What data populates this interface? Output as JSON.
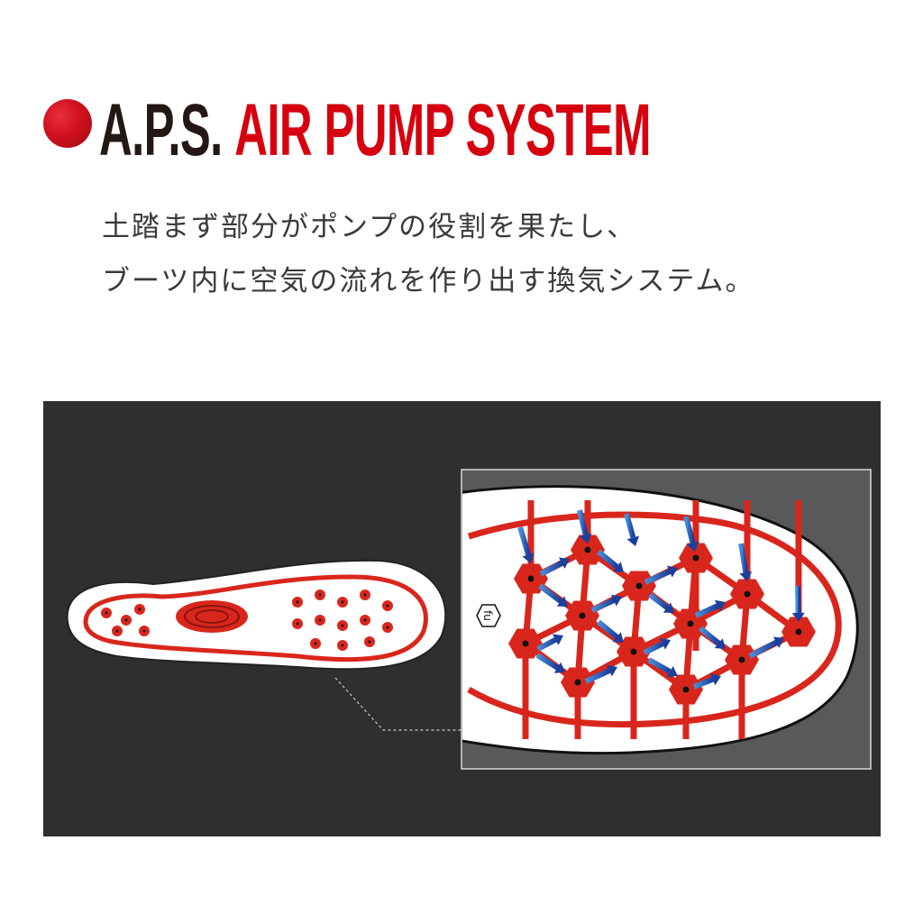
{
  "header": {
    "brand": "A.P.S.",
    "subtitle": "AIR PUMP SYSTEM",
    "colors": {
      "brand": "#231815",
      "accent": "#d7000f"
    }
  },
  "description": {
    "line1": "土踏まず部分がポンプの役割を果たし、",
    "line2": "ブーツ内に空気の流れを作り出す換気システム。"
  },
  "illustration": {
    "panel_color": "#2e2f31",
    "inset_color": "#58595b",
    "sole_color": "#d9261c",
    "arrow_color": "#1a5fb4",
    "logo_mark": "fu"
  }
}
